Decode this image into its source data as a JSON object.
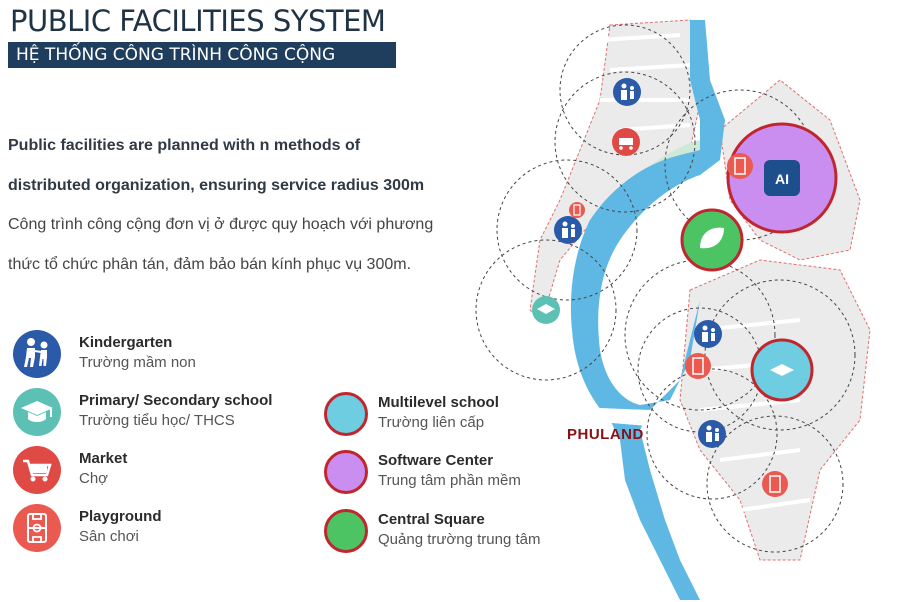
{
  "header": {
    "title": "PUBLIC FACILITIES SYSTEM",
    "subtitle": "HỆ THỐNG CÔNG TRÌNH CÔNG CỘNG"
  },
  "description": {
    "en_line1": "Public facilities are planned with n methods of",
    "en_line2": "distributed organization, ensuring service radius 300m",
    "vi_line1": "Công trình công cộng đơn vị ở được quy hoạch với phương",
    "vi_line2": "thức tổ chức phân tán, đảm bảo bán kính phục vụ 300m."
  },
  "legend": {
    "kindergarten": {
      "en": "Kindergarten",
      "vi": "Trường mầm non",
      "color": "#2a5aa8",
      "icon": "children-icon"
    },
    "school": {
      "en": "Primary/ Secondary school",
      "vi": "Trường tiểu học/ THCS",
      "color": "#5cc0b5",
      "icon": "graduation-cap-icon"
    },
    "market": {
      "en": "Market",
      "vi": "Chợ",
      "color": "#e04a45",
      "icon": "shopping-cart-icon"
    },
    "playground": {
      "en": "Playground",
      "vi": "Sân chơi",
      "color": "#ea5a50",
      "icon": "soccer-field-icon"
    },
    "multilevel": {
      "en": "Multilevel school",
      "vi": "Trường liên cấp",
      "color": "#6ecde0"
    },
    "software": {
      "en": "Software Center",
      "vi": "Trung tâm phần mềm",
      "color": "#c98ef0"
    },
    "central": {
      "en": "Central Square",
      "vi": "Quảng trường trung tâm",
      "color": "#4cc464"
    }
  },
  "map": {
    "brand": "PHULAND",
    "ai_badge": "AI",
    "colors": {
      "water": "#5fb8e3",
      "ring": "#c0262d",
      "land": "#e9e9e9"
    }
  }
}
